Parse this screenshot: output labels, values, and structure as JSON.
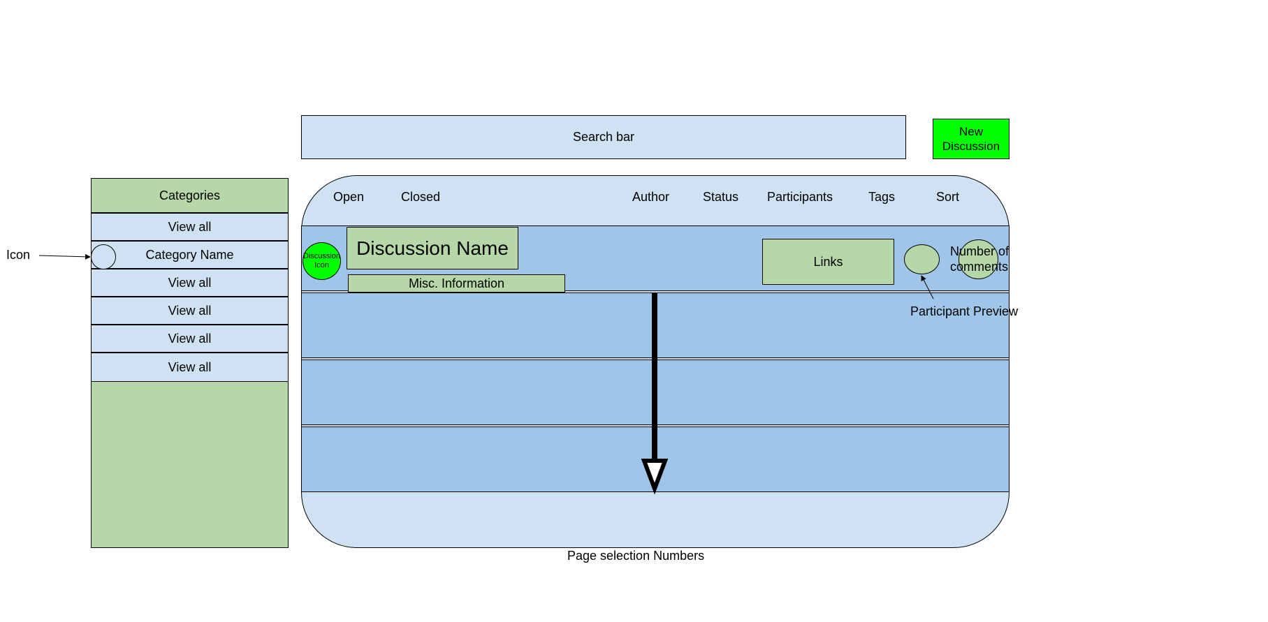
{
  "search": {
    "label": "Search bar"
  },
  "new_discussion": {
    "label": "New Discussion"
  },
  "categories": {
    "header": "Categories",
    "items": [
      "View all",
      "Category Name",
      "View all",
      "View all",
      "View all",
      "View all"
    ]
  },
  "filters": {
    "open": "Open",
    "closed": "Closed",
    "author": "Author",
    "status": "Status",
    "participants": "Participants",
    "tags": "Tags",
    "sort": "Sort"
  },
  "discussion": {
    "icon_label": "Discussion Icon",
    "name": "Discussion Name",
    "misc": "Misc. Information",
    "links": "Links",
    "comments": "Number of comments"
  },
  "annotations": {
    "icon": "Icon",
    "participant_preview": "Participant Preview",
    "page_selection": "Page selection Numbers"
  },
  "colors": {
    "light_blue": "#cfe2f3",
    "mid_blue": "#9fc5e8",
    "green": "#b6d7a8",
    "bright_green": "#00ff00"
  }
}
